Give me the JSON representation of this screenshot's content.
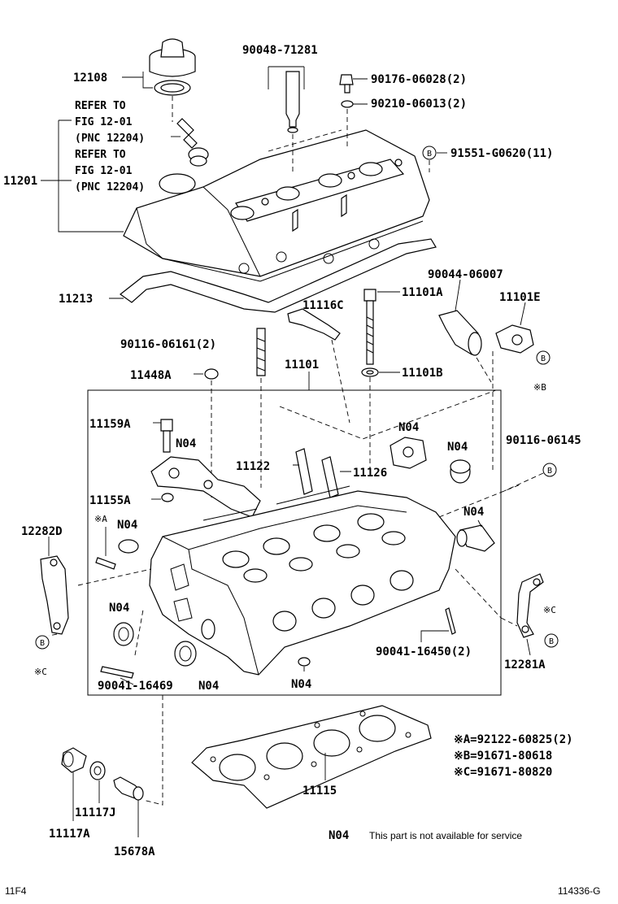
{
  "labels": {
    "l12108": "12108",
    "l90048": "90048-71281",
    "l90176": "90176-06028(2)",
    "l90210": "90210-06013(2)",
    "l91551": "91551-G0620(11)",
    "refer1a": "REFER TO",
    "refer1b": "FIG 12-01",
    "refer1c": "(PNC 12204)",
    "refer2a": "REFER TO",
    "refer2b": "FIG 12-01",
    "refer2c": "(PNC 12204)",
    "l11201": "11201",
    "l11213": "11213",
    "l90044": "90044-06007",
    "l11101E": "11101E",
    "l11116C": "11116C",
    "l11101A": "11101A",
    "l90116a": "90116-06161(2)",
    "l11101": "11101",
    "l11101B": "11101B",
    "l11448A": "11448A",
    "l11159A": "11159A",
    "n04a": "N04",
    "n04b": "N04",
    "n04c": "N04",
    "l90116b": "90116-06145",
    "l11122": "11122",
    "l11126": "11126",
    "l11155A": "11155A",
    "n04d": "N04",
    "n04e": "N04",
    "l12282D": "12282D",
    "n04f": "N04",
    "l90041a": "90041-16450(2)",
    "l12281A": "12281A",
    "l90041b": "90041-16469",
    "n04g": "N04",
    "n04h": "N04",
    "noteA": "※A=92122-60825(2)",
    "noteB": "※B=91671-80618",
    "noteC": "※C=91671-80820",
    "l11115": "11115",
    "l11117J": "11117J",
    "l11117A": "11117A",
    "l15678A": "15678A",
    "n04legend": "N04",
    "legendText": "This part is not available for service"
  },
  "markers": {
    "b": "B",
    "xa": "※A",
    "xb": "※B",
    "xc": "※C"
  },
  "footer": {
    "left": "11F4",
    "right": "114336-G"
  }
}
